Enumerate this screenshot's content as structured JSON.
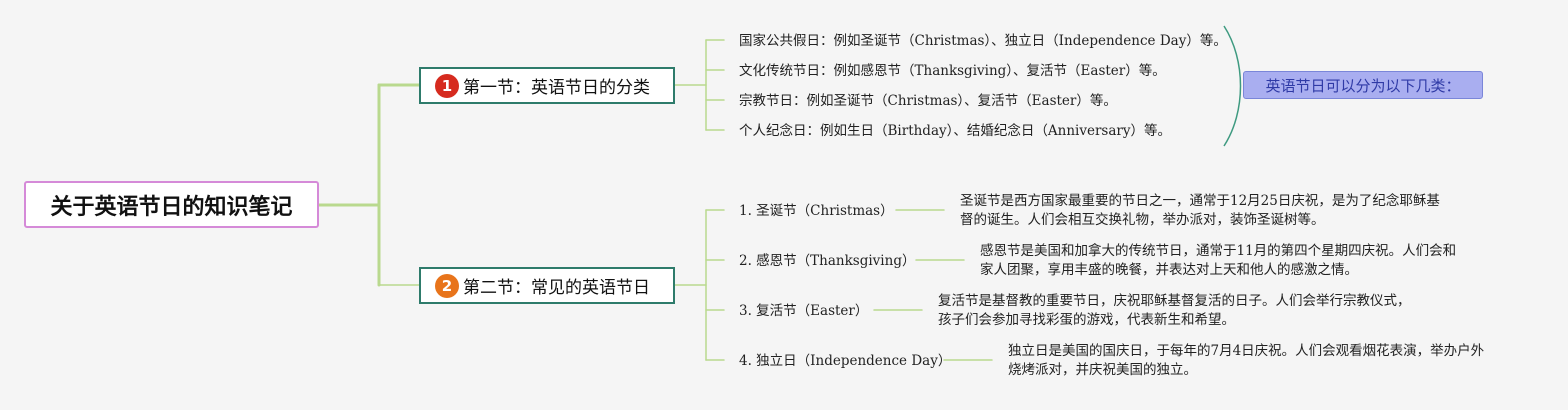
{
  "root": {
    "label": "关于英语节日的知识笔记"
  },
  "sections": [
    {
      "badge": "1",
      "label": "第一节：英语节日的分类",
      "items": [
        "国家公共假日：例如圣诞节（Christmas）、独立日（Independence Day）等。",
        "文化传统节日：例如感恩节（Thanksgiving）、复活节（Easter）等。",
        "宗教节日：例如圣诞节（Christmas）、复活节（Easter）等。",
        "个人纪念日：例如生日（Birthday）、结婚纪念日（Anniversary）等。"
      ],
      "summary": "英语节日可以分为以下几类："
    },
    {
      "badge": "2",
      "label": "第二节：常见的英语节日",
      "items": [
        {
          "title": "1. 圣诞节（Christmas）",
          "lines": [
            "圣诞节是西方国家最重要的节日之一，通常于12月25日庆祝，是为了纪念耶稣基",
            "督的诞生。人们会相互交换礼物，举办派对，装饰圣诞树等。"
          ]
        },
        {
          "title": "2. 感恩节（Thanksgiving）",
          "lines": [
            "感恩节是美国和加拿大的传统节日，通常于11月的第四个星期四庆祝。人们会和",
            "家人团聚，享用丰盛的晚餐，并表达对上天和他人的感激之情。"
          ]
        },
        {
          "title": "3. 复活节（Easter）",
          "lines": [
            "复活节是基督教的重要节日，庆祝耶稣基督复活的日子。人们会举行宗教仪式，",
            "孩子们会参加寻找彩蛋的游戏，代表新生和希望。"
          ]
        },
        {
          "title": "4. 独立日（Independence Day）",
          "lines": [
            "独立日是美国的国庆日，于每年的7月4日庆祝。人们会观看烟花表演，举办户外",
            "烧烤派对，并庆祝美国的独立。"
          ]
        }
      ]
    }
  ],
  "colors": {
    "connector": "#b9d98e",
    "root_border": "#d58ad8",
    "section_border": "#2e7b6b",
    "badge1": "#d62b1f",
    "badge2": "#e8741b",
    "summary_fill": "#a9aef0",
    "summary_text": "#2f3aa6"
  }
}
